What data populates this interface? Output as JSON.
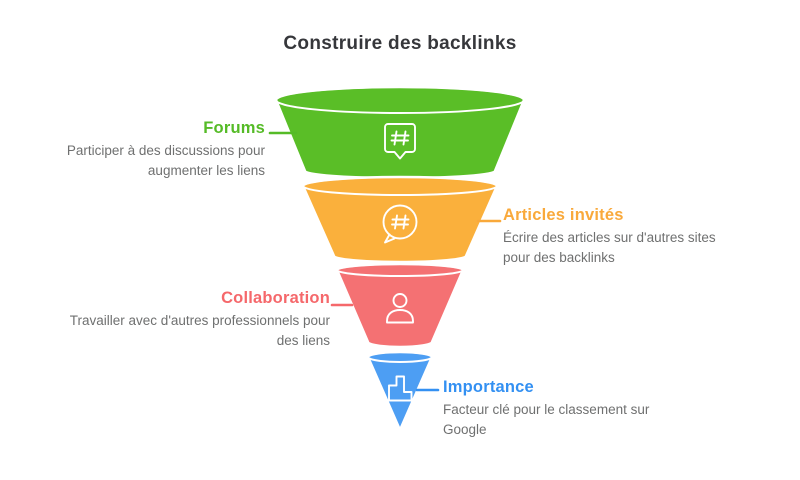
{
  "title": "Construire des backlinks",
  "title_color": "#36373B",
  "description_color": "#6F7070",
  "background_color": "#FFFFFF",
  "outline_color": "#FFFFFF",
  "funnel": {
    "type": "funnel-diagram",
    "levels": [
      {
        "name": "Forums",
        "description": "Participer à des discussions pour augmenter les liens",
        "fill_color": "#5ABE27",
        "text_color": "#55BB27",
        "icon": "hashtag-square-bubble-icon",
        "label_side": "left"
      },
      {
        "name": "Articles invités",
        "description": "Écrire des articles sur d'autres sites pour des backlinks",
        "fill_color": "#FAB03C",
        "text_color": "#F9A93B",
        "icon": "hashtag-round-bubble-icon",
        "label_side": "right"
      },
      {
        "name": "Collaboration",
        "description": "Travailler avec d'autres professionnels pour des liens",
        "fill_color": "#F47173",
        "text_color": "#F5686B",
        "icon": "person-icon",
        "label_side": "left"
      },
      {
        "name": "Importance",
        "description": "Facteur clé pour le classement sur Google",
        "fill_color": "#4D9EF3",
        "text_color": "#3390F2",
        "icon": "bar-chart-icon",
        "label_side": "right"
      }
    ]
  }
}
